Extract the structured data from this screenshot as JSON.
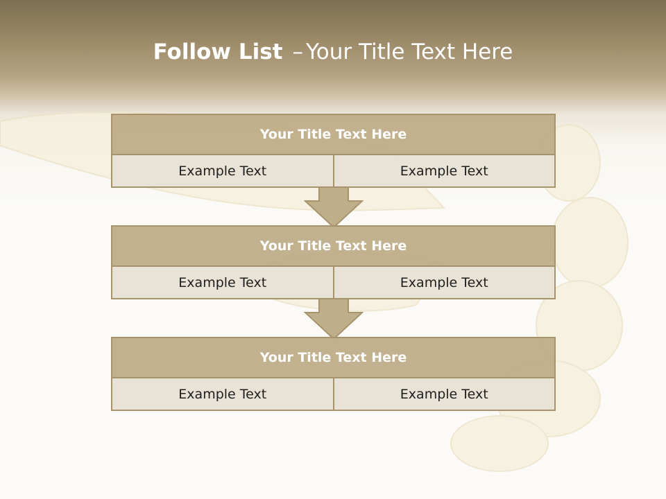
{
  "slide": {
    "title_bold": "Follow List",
    "title_sep": "–",
    "title_rest": "Your Title Text Here"
  },
  "blocks": [
    {
      "title": "Your Title Text Here",
      "cells": [
        "Example Text",
        "Example Text"
      ]
    },
    {
      "title": "Your Title Text Here",
      "cells": [
        "Example Text",
        "Example Text"
      ]
    },
    {
      "title": "Your Title Text Here",
      "cells": [
        "Example Text",
        "Example Text"
      ]
    }
  ],
  "colors": {
    "header_bar": "#8c7b5d",
    "block_title_fill": "#beac88",
    "cell_fill": "#e8e1d5",
    "border": "#a8946c",
    "arrow_fill": "#bfae8a"
  }
}
